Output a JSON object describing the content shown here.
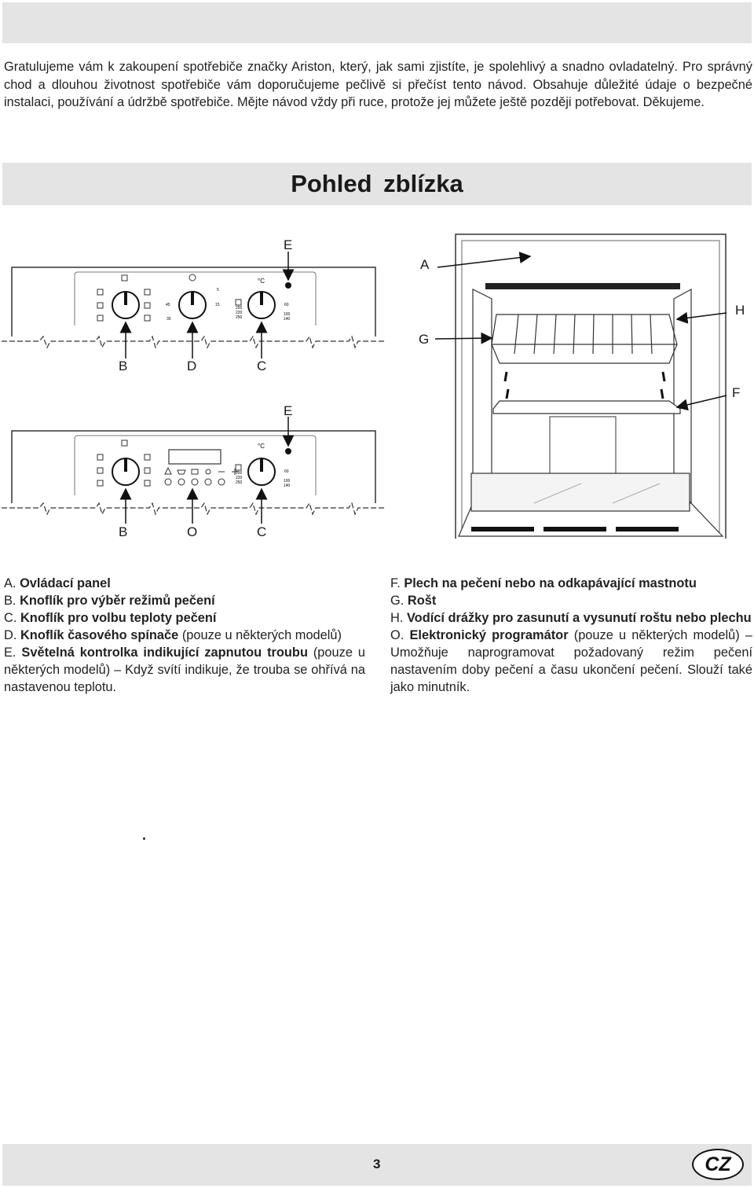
{
  "intro_text": "Gratulujeme vám k zakoupení spotřebiče značky Ariston, který, jak sami zjistíte, je spolehlivý a snadno ovladatelný. Pro správný chod a dlouhou životnost spotřebiče vám doporučujeme pečlivě si přečíst tento návod. Obsahuje důležité údaje o bezpečné instalaci, používání a údržbě spotřebiče. Mějte návod vždy při ruce, protože jej můžete ještě později potřebovat. Děkujeme.",
  "title": "Pohled zblízka",
  "diagram": {
    "panel1_labels": {
      "light": "E",
      "selector": "B",
      "timer": "D",
      "thermostat": "C"
    },
    "panel2_labels": {
      "light": "E",
      "selector": "B",
      "programmer": "O",
      "thermostat": "C"
    },
    "oven_labels": {
      "panel": "A",
      "guides": "H",
      "rack": "G",
      "tray": "F"
    },
    "scale_numbers": {
      "t1": "5",
      "t2": "15",
      "t3": "45",
      "t4": "30",
      "c1": "200",
      "c2": "220",
      "c3": "250",
      "c4": "60",
      "c5": "100",
      "c6": "140"
    },
    "degree_symbol": "°C"
  },
  "legend_left": [
    {
      "letter": "A.",
      "bold": "Ovládací panel",
      "rest": ""
    },
    {
      "letter": "B.",
      "bold": "Knoflík pro výběr režimů pečení",
      "rest": ""
    },
    {
      "letter": "C.",
      "bold": "Knoflík pro volbu teploty pečení",
      "rest": ""
    },
    {
      "letter": "D.",
      "bold": "Knoflík časového spínače",
      "rest": " (pouze u některých modelů)"
    },
    {
      "letter": "E.",
      "bold": "Světelná kontrolka indikující zapnutou troubu",
      "rest": " (pouze u některých modelů) – Když svítí indikuje, že trouba se ohřívá na nastavenou teplotu."
    }
  ],
  "legend_right": [
    {
      "letter": "F.",
      "bold": "Plech na pečení nebo na odkapávající mastnotu",
      "rest": ""
    },
    {
      "letter": "G.",
      "bold": "Rošt",
      "rest": ""
    },
    {
      "letter": "H.",
      "bold": "Vodící drážky pro zasunutí a vysunutí roštu nebo plechu",
      "rest": ""
    },
    {
      "letter": "O.",
      "bold": "Elektronický programátor",
      "rest": " (pouze u některých modelů) – Umožňuje naprogramovat požadovaný režim pečení nastavením doby pečení a času ukončení pečení. Slouží také jako minutník."
    }
  ],
  "stray_mark": ".",
  "page_number": "3",
  "language_badge": "CZ"
}
